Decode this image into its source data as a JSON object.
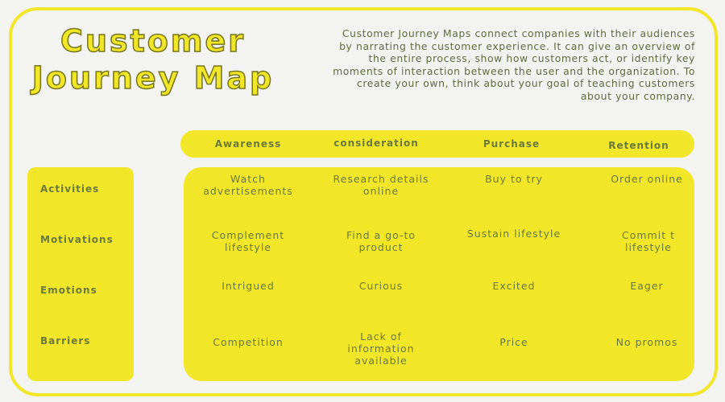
{
  "title": {
    "line1": "Customer",
    "line2": "Journey Map"
  },
  "description": "Customer Journey Maps connect companies with their audiences by narrating the customer experience. It can give an overview of the entire process, show how customers act, or identify key moments of interaction between the user and the organization. To create your own, think about your goal of teaching customers about your company.",
  "stages": [
    "Awareness",
    "consideration",
    "Purchase",
    "Retention"
  ],
  "rows": [
    {
      "label": "Activities",
      "cells": [
        "Watch advertisements",
        "Research details online",
        "Buy to try",
        "Order online"
      ]
    },
    {
      "label": "Motivations",
      "cells": [
        "Complement lifestyle",
        "Find a go-to product",
        "Sustain lifestyle",
        "Commit t lifestyle"
      ]
    },
    {
      "label": "Emotions",
      "cells": [
        "Intrigued",
        "Curious",
        "Excited",
        "Eager"
      ]
    },
    {
      "label": "Barriers",
      "cells": [
        "Competition",
        "Lack of information available",
        "Price",
        "No promos"
      ]
    }
  ],
  "colors": {
    "accent": "#f2e629",
    "text": "#6b7a3a"
  }
}
